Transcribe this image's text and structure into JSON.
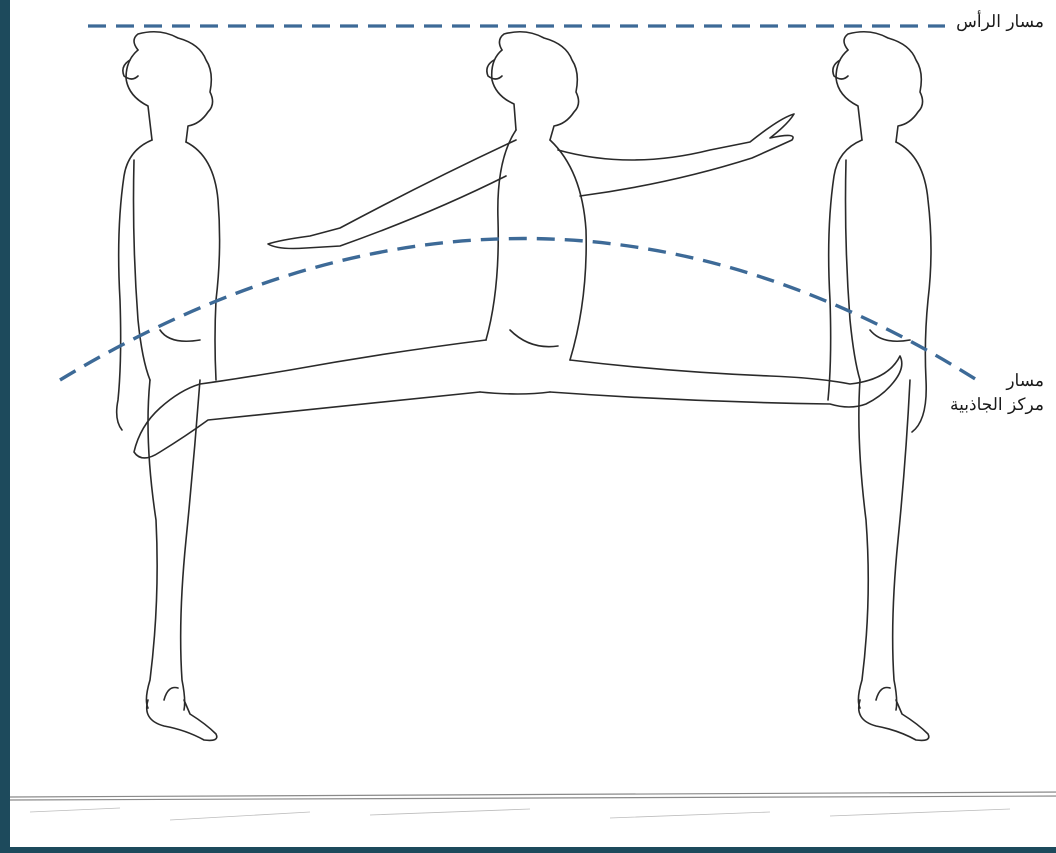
{
  "labels": {
    "head_path": "مسار الرأس",
    "cog_path_line1": "مسار",
    "cog_path_line2": "مركز الجاذبية"
  },
  "colors": {
    "path_line": "#3d6a97",
    "figure_stroke": "#2a2a2a",
    "frame": "#1d4a5c"
  }
}
